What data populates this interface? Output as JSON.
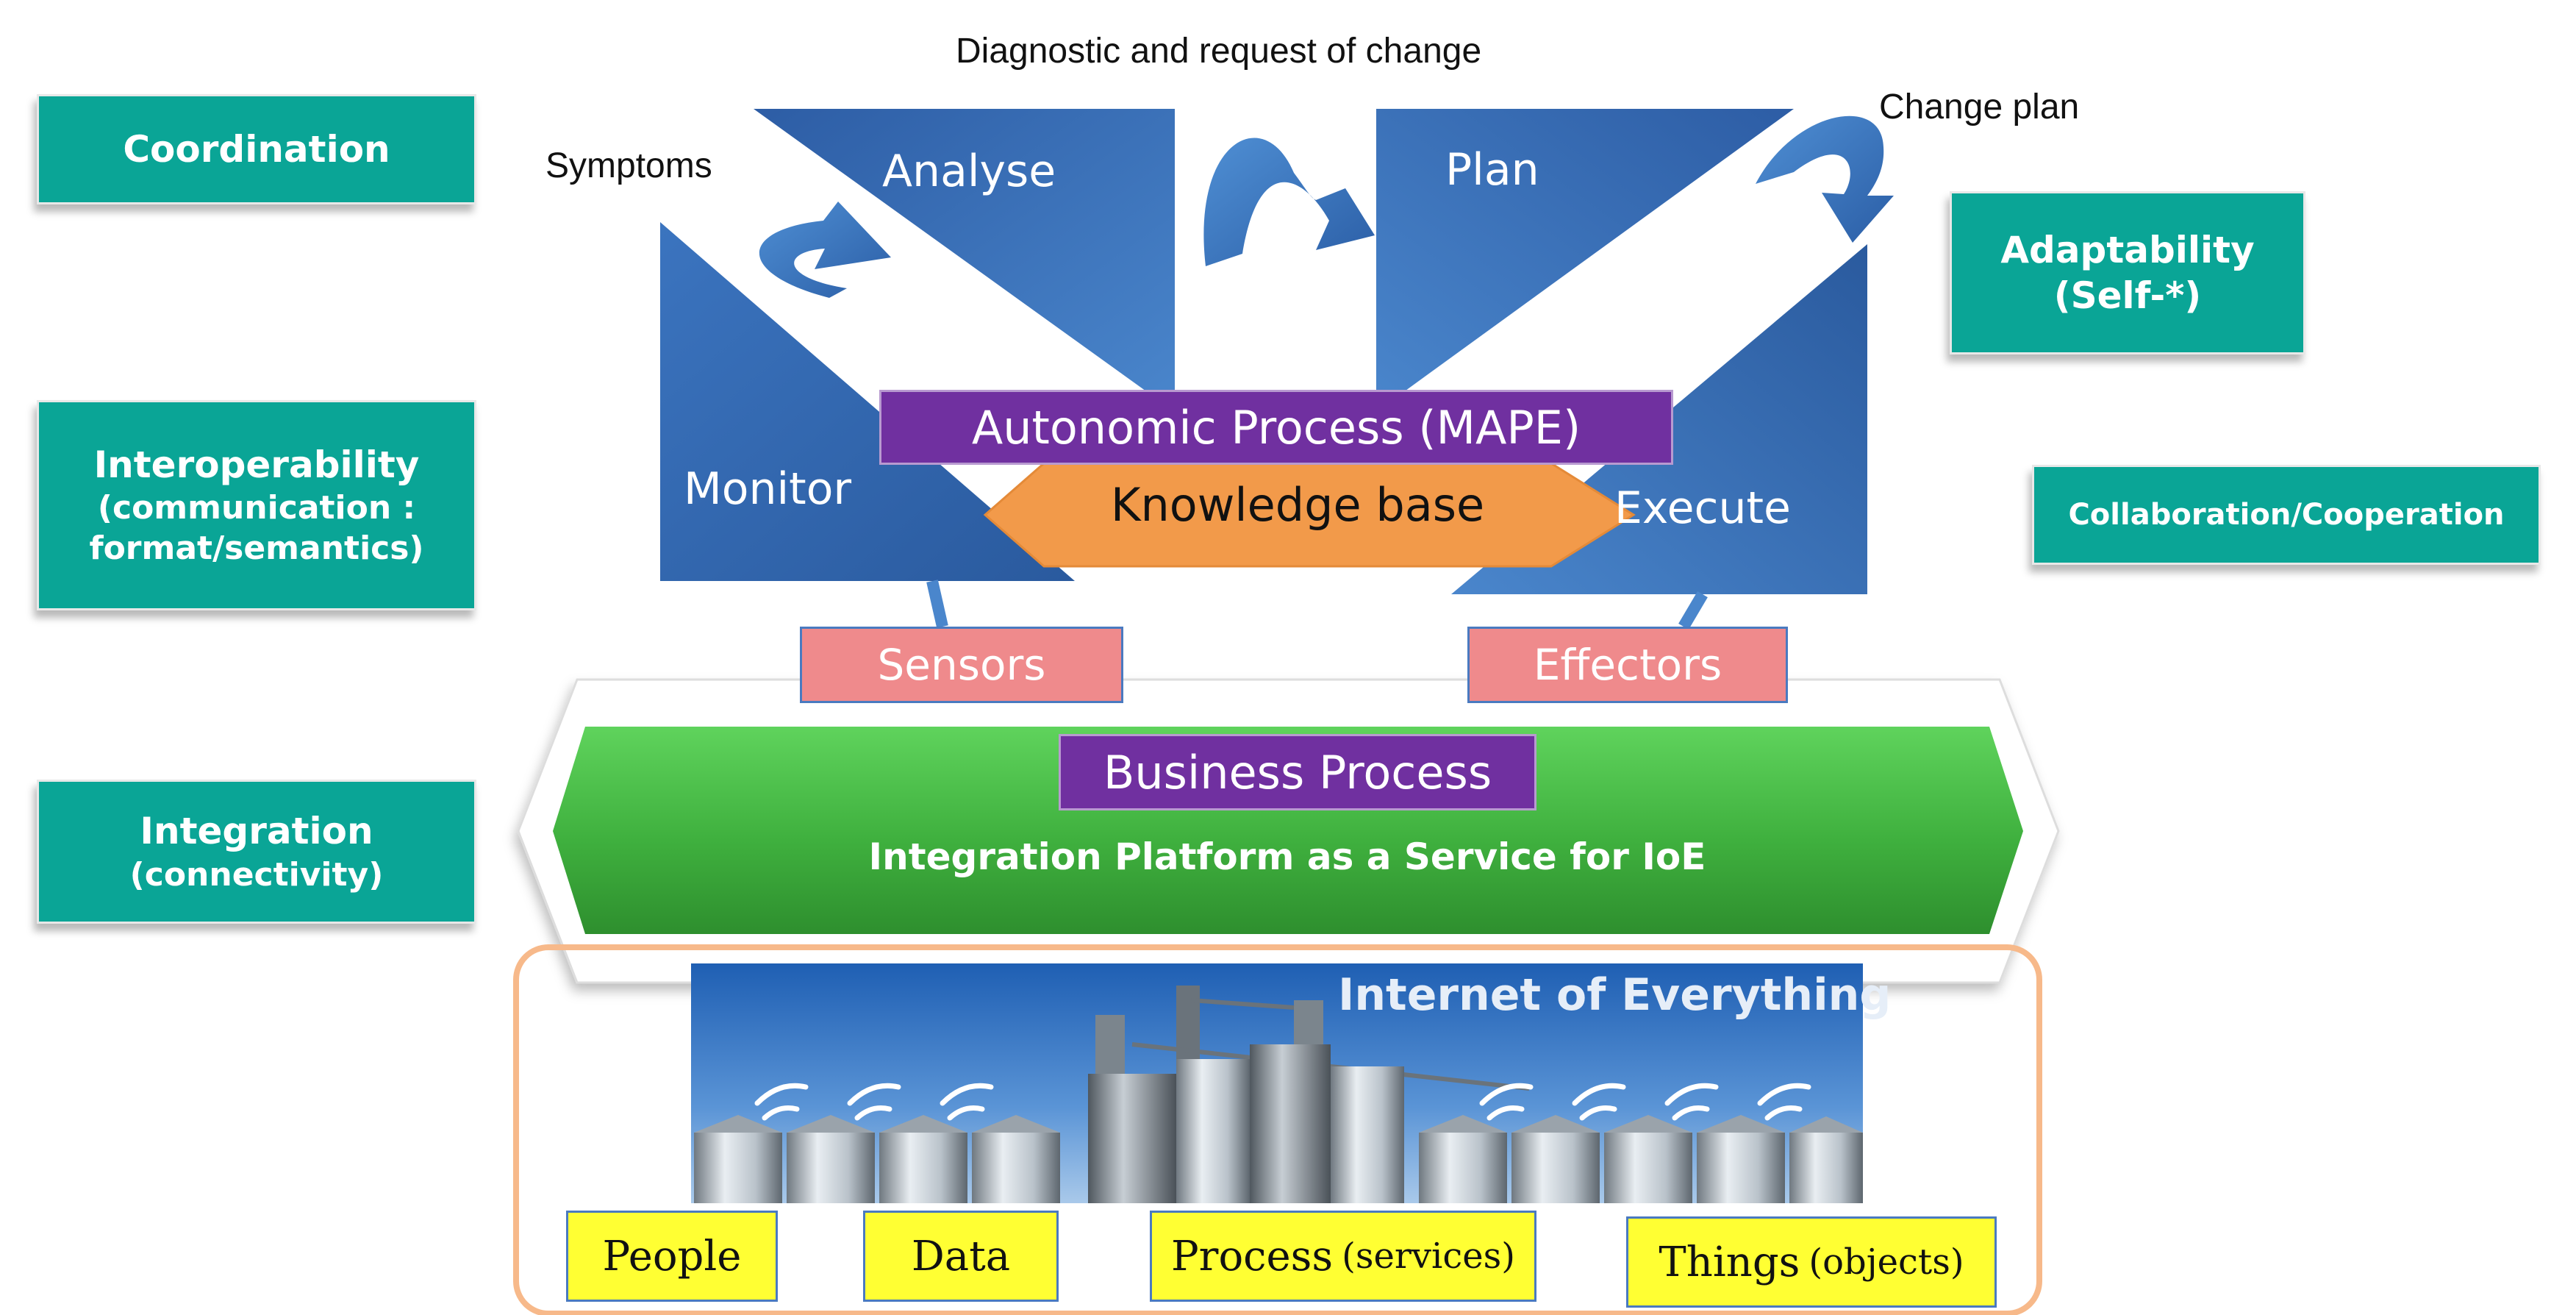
{
  "left_properties": {
    "coordination": "Coordination",
    "interoperability": "Interoperability",
    "interoperability_sub1": "(communication :",
    "interoperability_sub2": "format/semantics)",
    "integration": "Integration",
    "integration_sub": "(connectivity)"
  },
  "right_properties": {
    "adaptability": "Adaptability",
    "adaptability_sub": "(Self-*)",
    "collaboration": "Collaboration/Cooperation"
  },
  "loop_labels": {
    "diagnostic": "Diagnostic and request of change",
    "change_plan": "Change plan",
    "symptoms": "Symptoms"
  },
  "mape": {
    "analyse": "Analyse",
    "plan": "Plan",
    "monitor": "Monitor",
    "execute": "Execute",
    "autonomic_process": "Autonomic Process (MAPE)",
    "knowledge_base": "Knowledge base"
  },
  "interfaces": {
    "sensors": "Sensors",
    "effectors": "Effectors"
  },
  "platform": {
    "business_process": "Business Process",
    "title": "Integration Platform as a Service for IoE"
  },
  "ioe": {
    "title": "Internet of Everything",
    "people": "People",
    "data": "Data",
    "process": "Process",
    "process_sub": "(services)",
    "things": "Things",
    "things_sub": "(objects)"
  },
  "colors": {
    "teal": "#0aa596",
    "mape_blue": "#3a6fb5",
    "purple": "#7030a0",
    "knowledge_orange": "#f29a4a",
    "sensor_pink": "#ef8a8c",
    "platform_green": "#44b845",
    "ioe_border": "#f7b98a",
    "yellow": "#ffff33"
  }
}
